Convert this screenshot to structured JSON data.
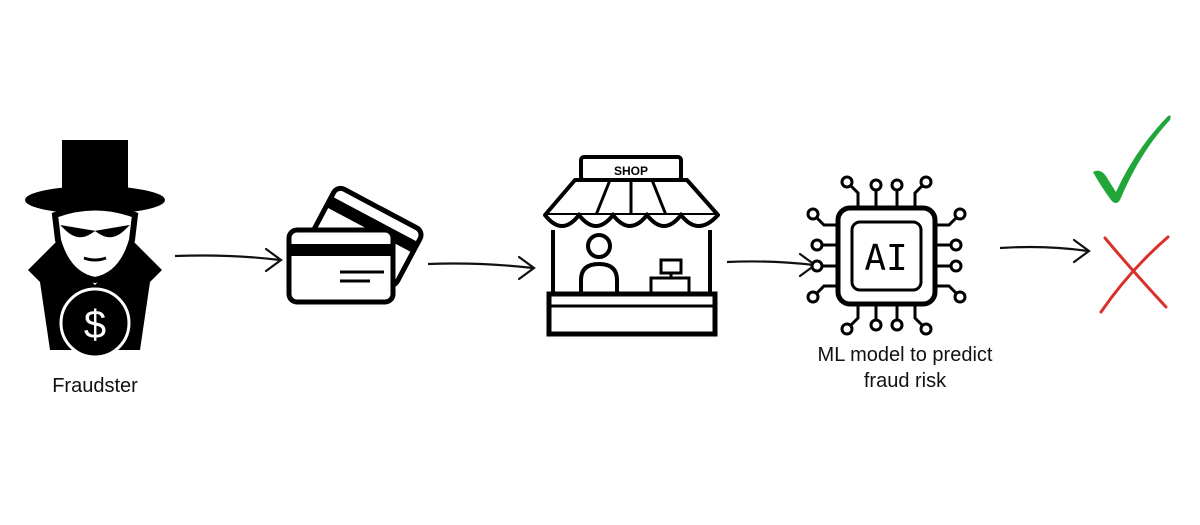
{
  "nodes": {
    "fraudster": {
      "label": "Fraudster",
      "icon": "spy-with-dollar-icon"
    },
    "cards": {
      "icon": "credit-cards-icon"
    },
    "shop": {
      "sign": "SHOP",
      "icon": "shop-stall-icon"
    },
    "ml_model": {
      "chip_text": "AI",
      "label": "ML model to predict fraud risk",
      "icon": "ai-chip-icon"
    }
  },
  "outcomes": {
    "approve": {
      "icon": "check-icon",
      "color": "#22a63a"
    },
    "reject": {
      "icon": "cross-icon",
      "color": "#d9302b"
    }
  }
}
